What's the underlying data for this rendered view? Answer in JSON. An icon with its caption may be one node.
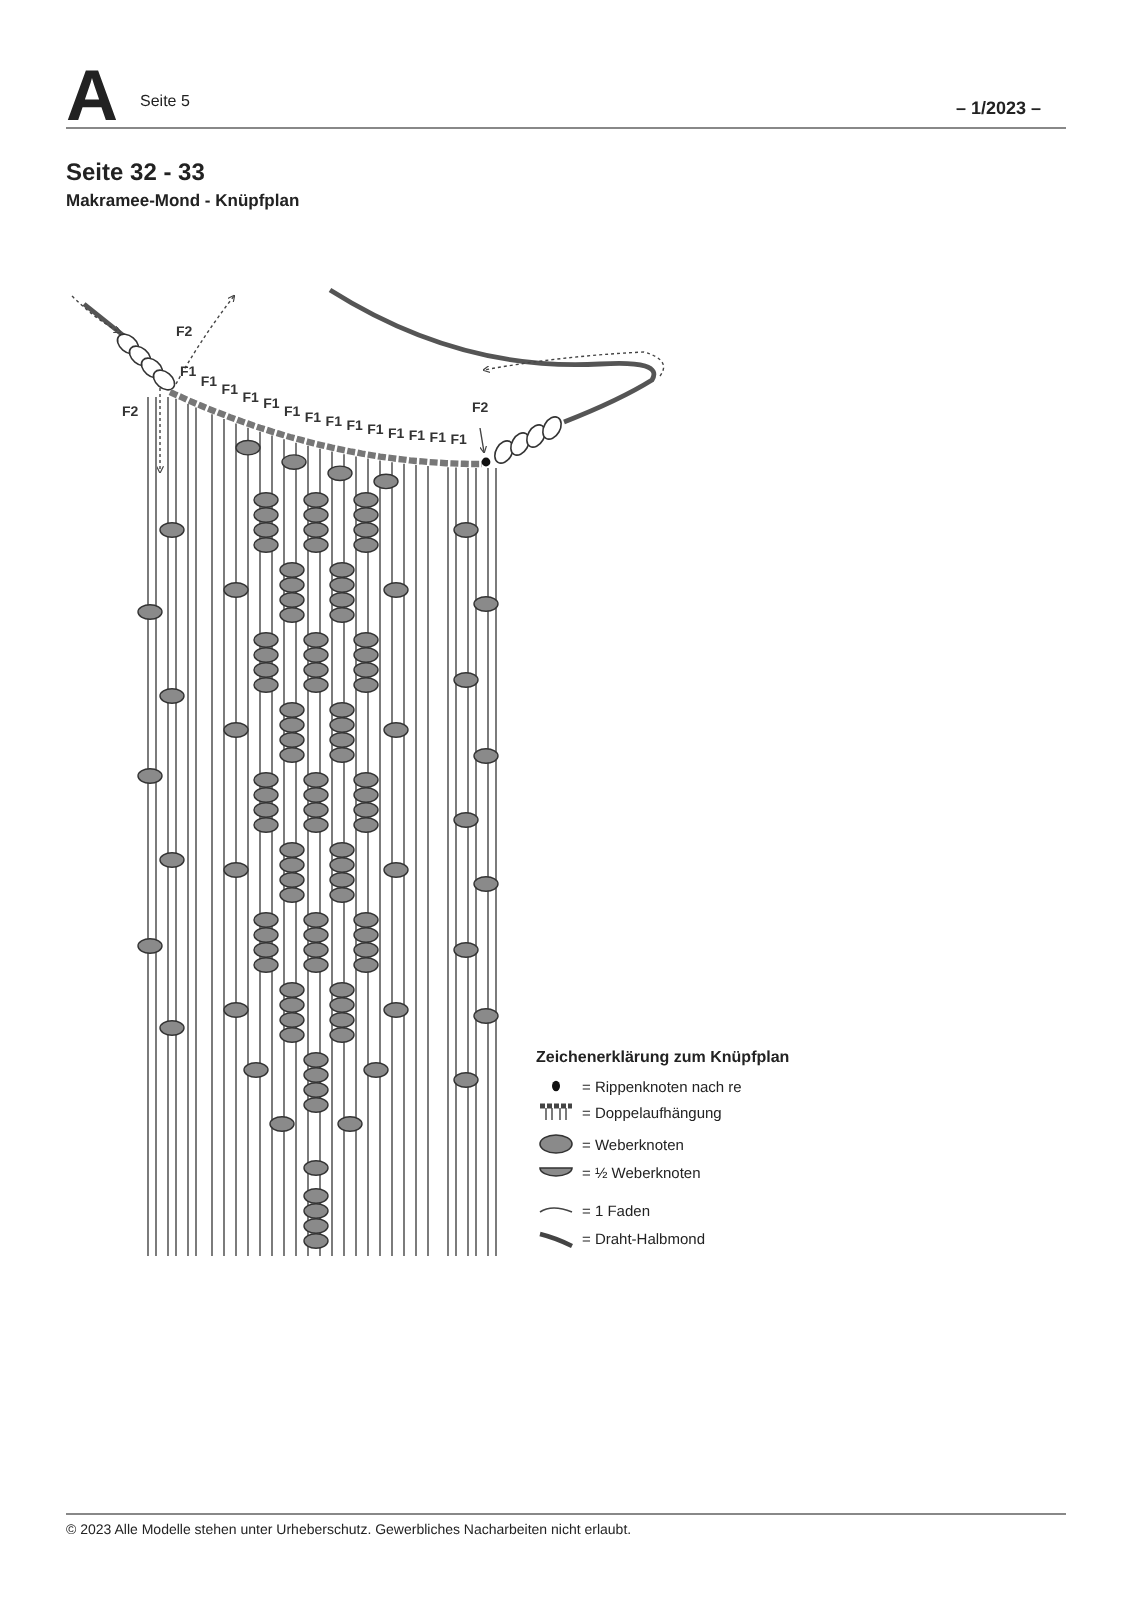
{
  "diagram": {
    "title": "Seite 32 - 33",
    "labels": [
      "A",
      "Seite 5",
      "– 1/2023 –",
      "Makramee-Mond - Knüpfplan",
      "F2",
      "F2",
      "F1",
      "F1",
      "F1",
      "F1",
      "F1",
      "F1",
      "F1",
      "F1",
      "F1",
      "F1",
      "F1",
      "F1",
      "F1",
      "F1",
      "F2",
      "Zeichenerklärung zum Knüpfplan",
      "© 2023 Alle Modelle stehen unter Urheberschutz. Gewerbliches Nacharbeiten nicht erlaubt."
    ],
    "legend": [
      {
        "text": "= Rippenknoten nach re"
      },
      {
        "text": "= Doppelaufhängung"
      },
      {
        "text": "= Weberknoten"
      },
      {
        "text": "= ½ Weberknoten"
      },
      {
        "text": "= 1 Faden"
      },
      {
        "text": "= Draht-Halbmond"
      }
    ]
  }
}
